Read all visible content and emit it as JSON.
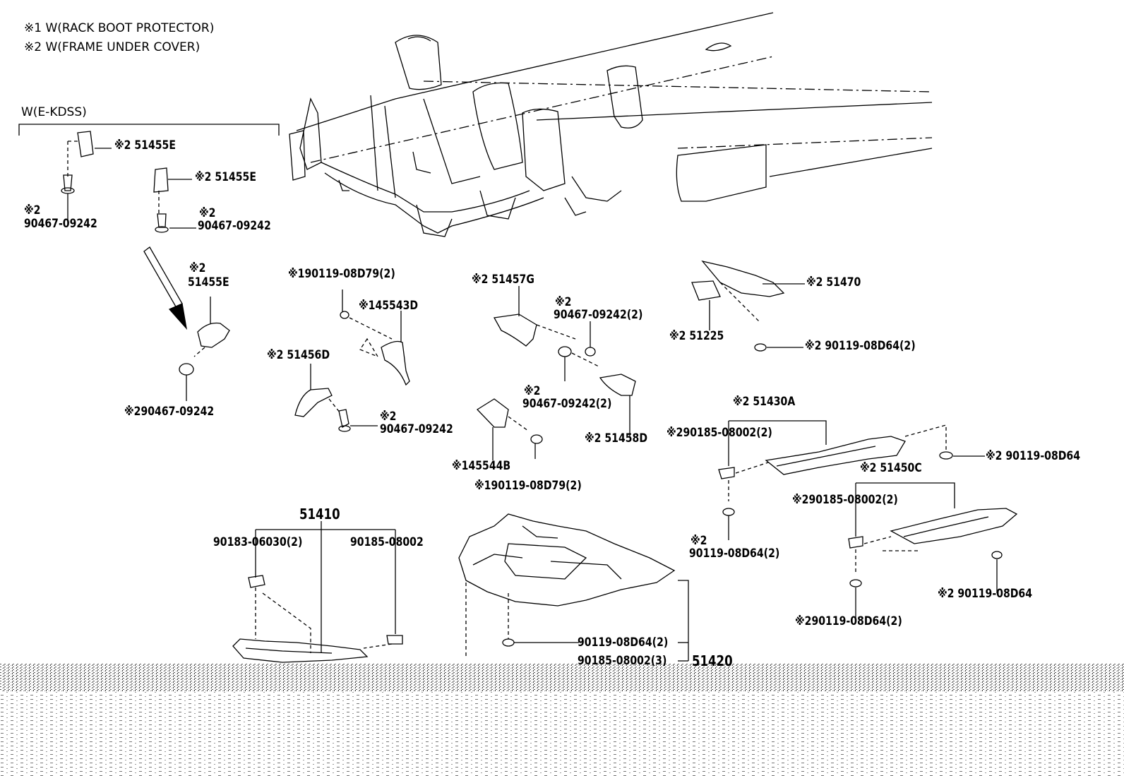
{
  "legend": {
    "note1": "※1 W(RACK BOOT PROTECTOR)",
    "note2": "※2 W(FRAME UNDER COVER)",
    "kdss": "W(E-KDSS)"
  },
  "parts": {
    "p51455E_a": "※2 51455E",
    "p51455E_b": "※2 51455E",
    "p90467_a_mark": "※2",
    "p90467_a": "90467-09242",
    "p90467_b_mark": "※2",
    "p90467_b": "90467-09242",
    "p51455E_c_mark": "※2",
    "p51455E_c": "51455E",
    "p90467_c": "※290467-09242",
    "p90119_d79_a": "※190119-08D79(2)",
    "p45543D": "※145543D",
    "p51456D": "※2 51456D",
    "p90467_d_mark": "※2",
    "p90467_d": "90467-09242",
    "p51457G": "※2 51457G",
    "p90467_e_mark": "※2",
    "p90467_e": "90467-09242(2)",
    "p90467_f_mark": "※2",
    "p90467_f": "90467-09242(2)",
    "p51458D": "※2 51458D",
    "p45544B": "※145544B",
    "p90119_d79_b": "※190119-08D79(2)",
    "p51470": "※2 51470",
    "p51225": "※2 51225",
    "p90119_d64_a": "※2 90119-08D64(2)",
    "p51430A": "※2 51430A",
    "p90185_a": "※290185-08002(2)",
    "p90119_d64_b": "※2 90119-08D64",
    "p51450C": "※2 51450C",
    "p90185_b": "※290185-08002(2)",
    "p90119_d64_c_mark": "※2",
    "p90119_d64_c": "90119-08D64(2)",
    "p90119_d64_d": "※2 90119-08D64",
    "p90119_d64_e": "※290119-08D64(2)",
    "p51410": "51410",
    "p90183": "90183-06030(2)",
    "p90185_c": "90185-08002",
    "p90119_d64_f": "90119-08D64(2)",
    "p90185_d": "90185-08002(3)",
    "p51420": "51420"
  }
}
